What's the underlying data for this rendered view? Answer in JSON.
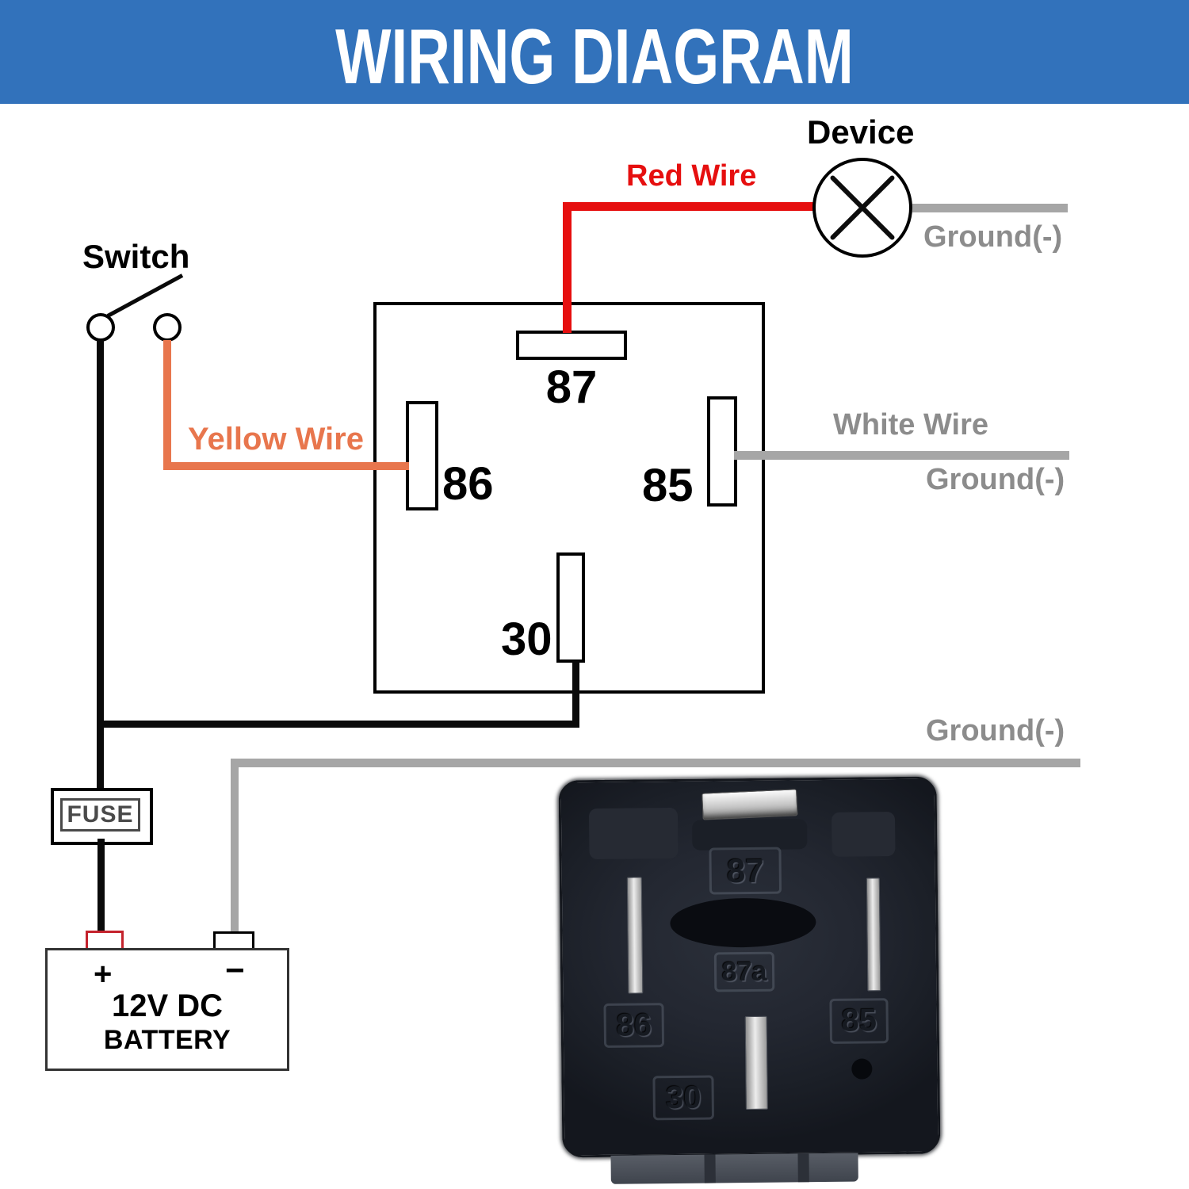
{
  "header": {
    "title": "WIRING DIAGRAM"
  },
  "labels": {
    "device": "Device",
    "switch": "Switch",
    "red_wire": "Red Wire",
    "yellow_wire": "Yellow Wire",
    "white_wire": "White Wire",
    "ground_device": "Ground(-)",
    "ground_white": "Ground(-)",
    "ground_battery": "Ground(-)",
    "fuse": "FUSE"
  },
  "relay_terminals": {
    "t87": "87",
    "t86": "86",
    "t85": "85",
    "t30": "30"
  },
  "battery": {
    "plus": "+",
    "minus": "−",
    "line1": "12V DC",
    "line2": "BATTERY"
  },
  "relay_photo_pins": {
    "p87": "87",
    "p87a": "87a",
    "p86": "86",
    "p85": "85",
    "p30": "30"
  },
  "colors": {
    "header_bg": "#3272bb",
    "red_wire": "#e60f0f",
    "yellow_wire": "#e8764d",
    "wire_gray": "#a6a6a6",
    "text_gray": "#8c8c8c",
    "black": "#000000"
  }
}
